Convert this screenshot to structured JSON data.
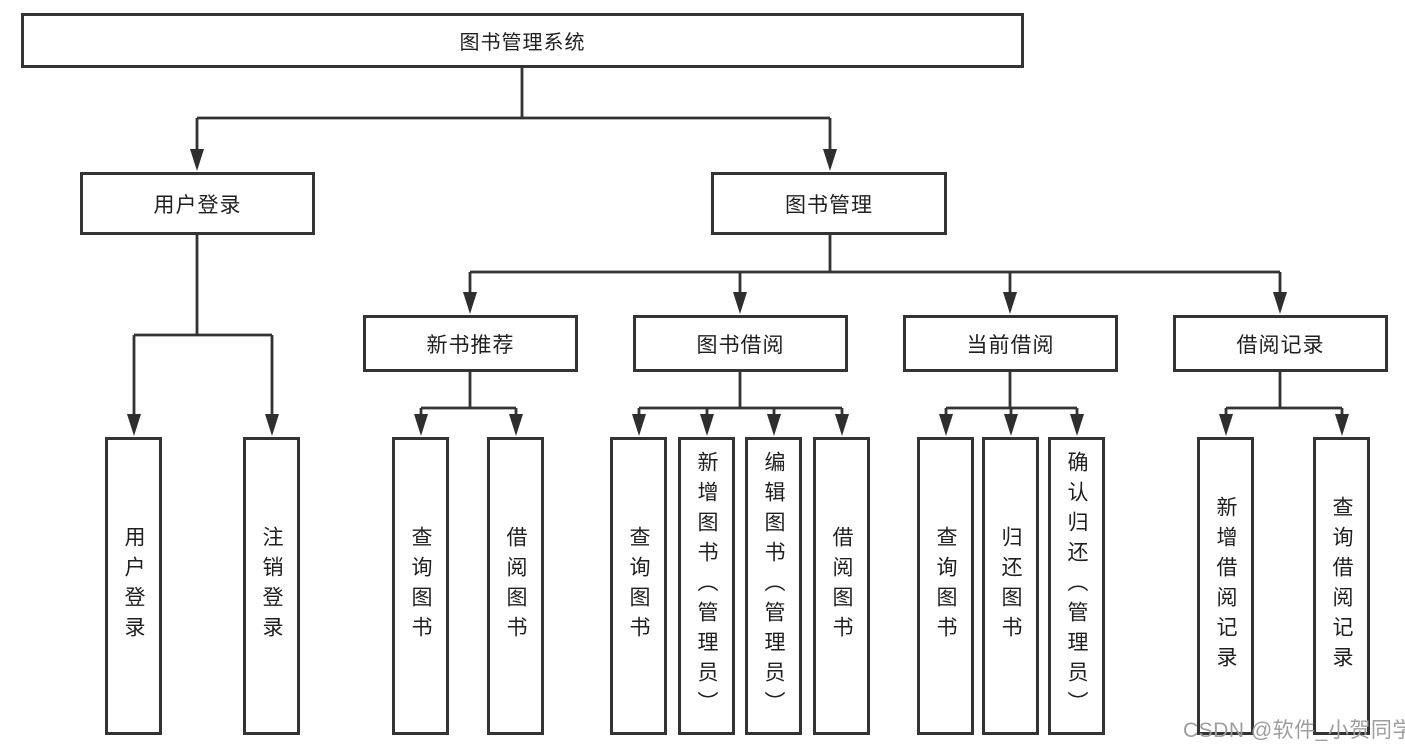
{
  "tree": {
    "root": {
      "label": "图书管理系统"
    },
    "user_login": {
      "label": "用户登录",
      "children": [
        {
          "label": "用户登录"
        },
        {
          "label": "注销登录"
        }
      ]
    },
    "book_mgmt": {
      "label": "图书管理"
    },
    "new_book_rec": {
      "label": "新书推荐",
      "children": [
        {
          "label": "查询图书"
        },
        {
          "label": "借阅图书"
        }
      ]
    },
    "book_borrow": {
      "label": "图书借阅",
      "children": [
        {
          "label": "查询图书"
        },
        {
          "label": "新增图书（管理员）"
        },
        {
          "label": "编辑图书（管理员）"
        },
        {
          "label": "借阅图书"
        }
      ]
    },
    "current_borrow": {
      "label": "当前借阅",
      "children": [
        {
          "label": "查询图书"
        },
        {
          "label": "归还图书"
        },
        {
          "label": "确认归还（管理员）"
        }
      ]
    },
    "borrow_records": {
      "label": "借阅记录",
      "children": [
        {
          "label": "新增借阅记录"
        },
        {
          "label": "查询借阅记录"
        }
      ]
    }
  },
  "watermark": {
    "text": "CSDN @软件_小贺同学"
  },
  "colors": {
    "background": "#ffffff",
    "box_fill": "#ffffff",
    "box_border": "#333333",
    "connector_line": "#333333",
    "arrowhead": "#2e2e2e",
    "text": "#1f1f1f",
    "watermark_text": "#9e9e9e"
  }
}
